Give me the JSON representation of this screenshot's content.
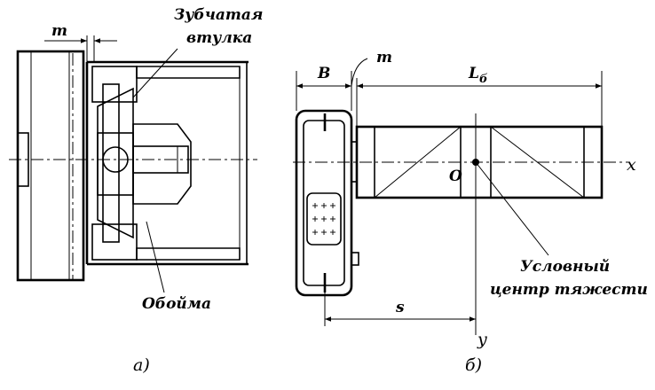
{
  "figure_a": {
    "dim_m": "m",
    "label_gear_sleeve_line1": "Зубчатая",
    "label_gear_sleeve_line2": "втулка",
    "label_cage": "Обойма",
    "caption": "а)"
  },
  "figure_b": {
    "dim_B": "B",
    "dim_m": "m",
    "dim_L": "L",
    "dim_L_sub": "б",
    "dim_s": "s",
    "point_O": "O",
    "axis_x": "x",
    "axis_y": "y",
    "label_cg_line1": "Условный",
    "label_cg_line2": "центр тяжести",
    "caption": "б)"
  }
}
